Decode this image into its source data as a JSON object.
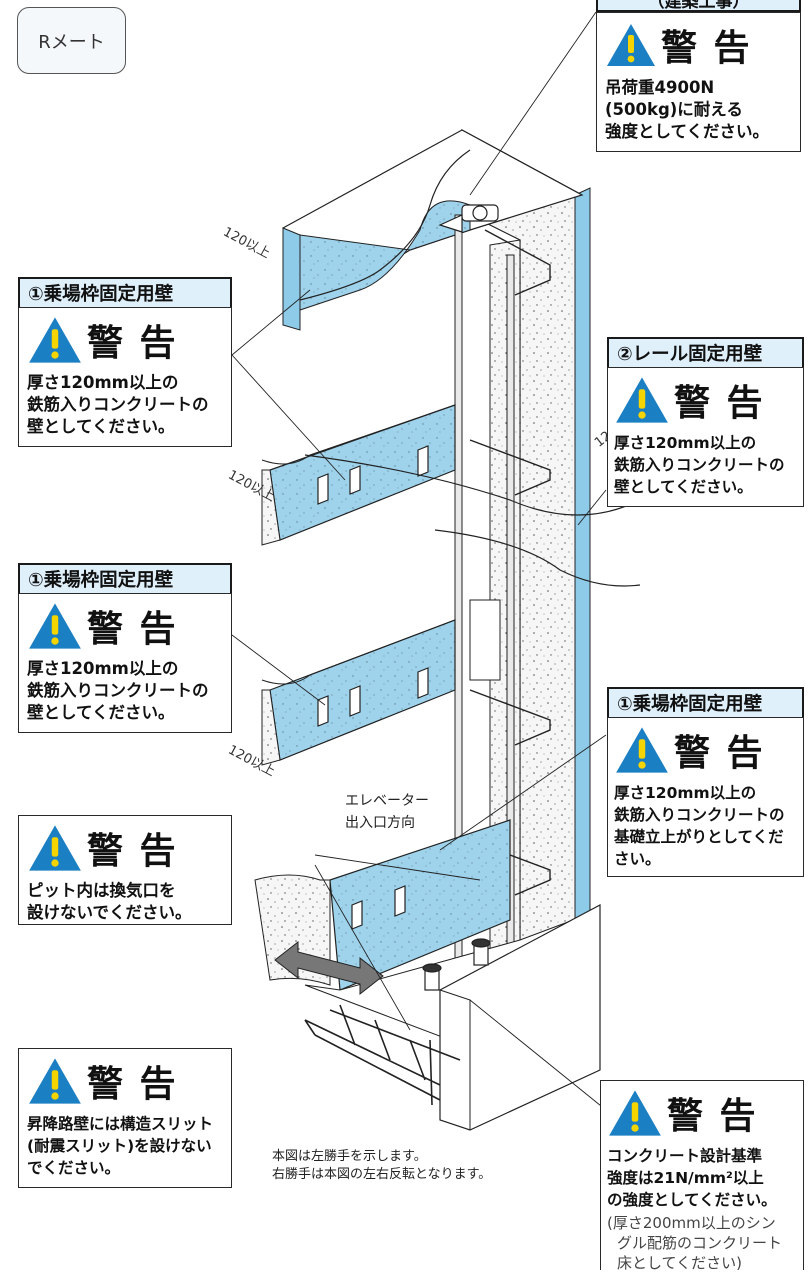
{
  "tag_label": "Rメート",
  "warning_label": "警 告",
  "top_header": "（建築工事）",
  "top_warning": {
    "lines": [
      "吊荷重4900N",
      "(500kg)に耐える",
      "強度としてください。"
    ]
  },
  "left_wall_1": {
    "header": "①乗場枠固定用壁",
    "lines": [
      "厚さ120mm以上の",
      "鉄筋入りコンクリートの",
      "壁としてください。"
    ]
  },
  "left_wall_2": {
    "header": "①乗場枠固定用壁",
    "lines": [
      "厚さ120mm以上の",
      "鉄筋入りコンクリートの",
      "壁としてください。"
    ]
  },
  "rail_wall": {
    "header": "②レール固定用壁",
    "lines": [
      "厚さ120mm以上の",
      "鉄筋入りコンクリートの",
      "壁としてください。"
    ]
  },
  "right_wall": {
    "header": "①乗場枠固定用壁",
    "lines": [
      "厚さ120mm以上の",
      "鉄筋入りコンクリートの",
      "基礎立上がりとしてくだ",
      "さい。"
    ]
  },
  "pit_warning": {
    "lines": [
      "ピット内は換気口を",
      "設けないでください。"
    ]
  },
  "slit_warning": {
    "lines": [
      "昇降路壁には構造スリット",
      "(耐震スリット)を設けない",
      "でください。"
    ]
  },
  "concrete_warning": {
    "lines": [
      "コンクリート設計基準",
      "強度は21N/mm²以上",
      "の強度としてください。"
    ],
    "sub_lines": [
      "(厚さ200mm以上のシン",
      "グル配筋のコンクリート",
      "床としてください)"
    ]
  },
  "dimension_label": "120以上",
  "entrance": [
    "エレベーター",
    "出入口方向"
  ],
  "footnote": [
    "本図は左勝手を示します。",
    "右勝手は本図の左右反転となります。"
  ],
  "colors": {
    "wall_blue": "#8ecbe9",
    "warning_blue": "#1b7fc4",
    "header_bg": "#dff0fb"
  }
}
